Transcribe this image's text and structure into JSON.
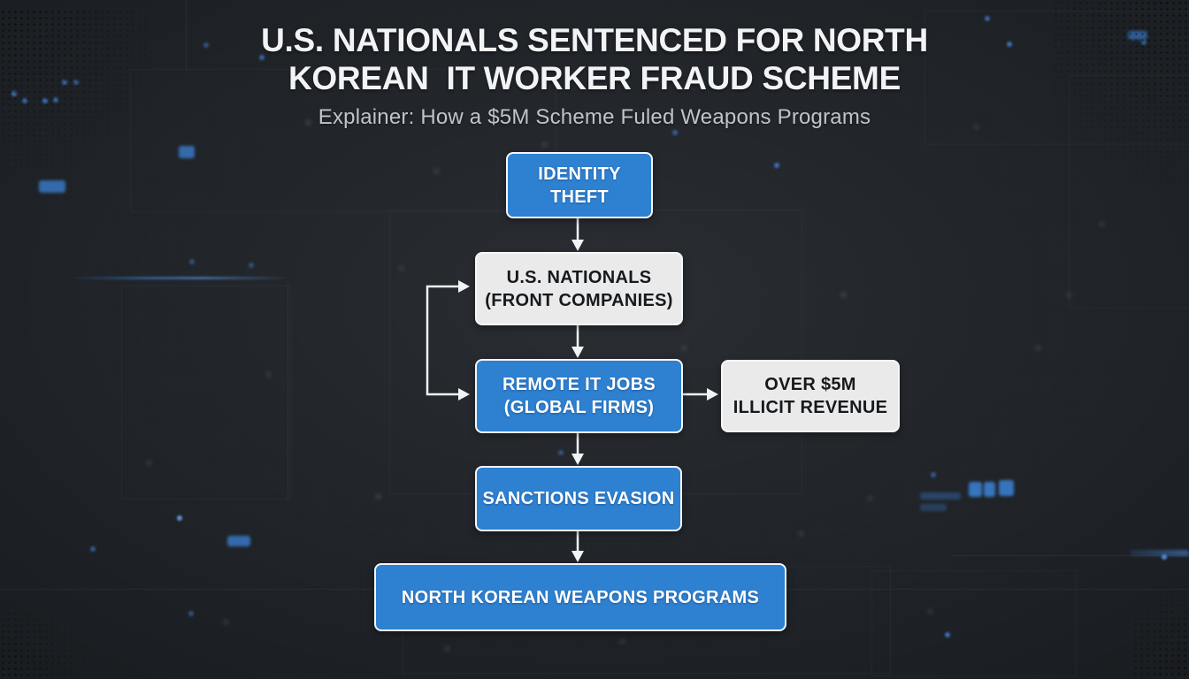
{
  "header": {
    "title_line1": "U.S. NATIONALS SENTENCED FOR NORTH",
    "title_line2": "KOREAN  IT WORKER FRAUD SCHEME",
    "subtitle": "Explainer: How a $5M Scheme Fuled Weapons Programs"
  },
  "flowchart": {
    "nodes": [
      {
        "id": "identity-theft",
        "label": "IDENTITY\nTHEFT",
        "variant": "blue"
      },
      {
        "id": "us-nationals",
        "label": "U.S. NATIONALS\n(FRONT COMPANIES)",
        "variant": "light"
      },
      {
        "id": "remote-it-jobs",
        "label": "REMOTE IT JOBS\n(GLOBAL FIRMS)",
        "variant": "blue"
      },
      {
        "id": "illicit-revenue",
        "label": "OVER $5M\nILLICIT REVENUE",
        "variant": "light"
      },
      {
        "id": "sanctions-evasion",
        "label": "SANCTIONS EVASION",
        "variant": "blue"
      },
      {
        "id": "weapons-programs",
        "label": "NORTH KOREAN WEAPONS PROGRAMS",
        "variant": "blue"
      }
    ],
    "edges": [
      {
        "from": "identity-theft",
        "to": "us-nationals"
      },
      {
        "from": "us-nationals",
        "to": "remote-it-jobs"
      },
      {
        "from": "remote-it-jobs",
        "to": "illicit-revenue"
      },
      {
        "from": "remote-it-jobs",
        "to": "sanctions-evasion"
      },
      {
        "from": "sanctions-evasion",
        "to": "weapons-programs"
      },
      {
        "from": "us-nationals",
        "to": "remote-it-jobs",
        "note": "left side bracket link"
      }
    ]
  },
  "colors": {
    "background": "#22262b",
    "node_blue": "#2e80d0",
    "node_light": "#e9eae9",
    "node_border": "#f4f6f8",
    "arrow": "#f1f3f5",
    "title": "#f2f3f5",
    "subtitle": "#c0c5cb",
    "accent_glow": "#3b82d8"
  }
}
